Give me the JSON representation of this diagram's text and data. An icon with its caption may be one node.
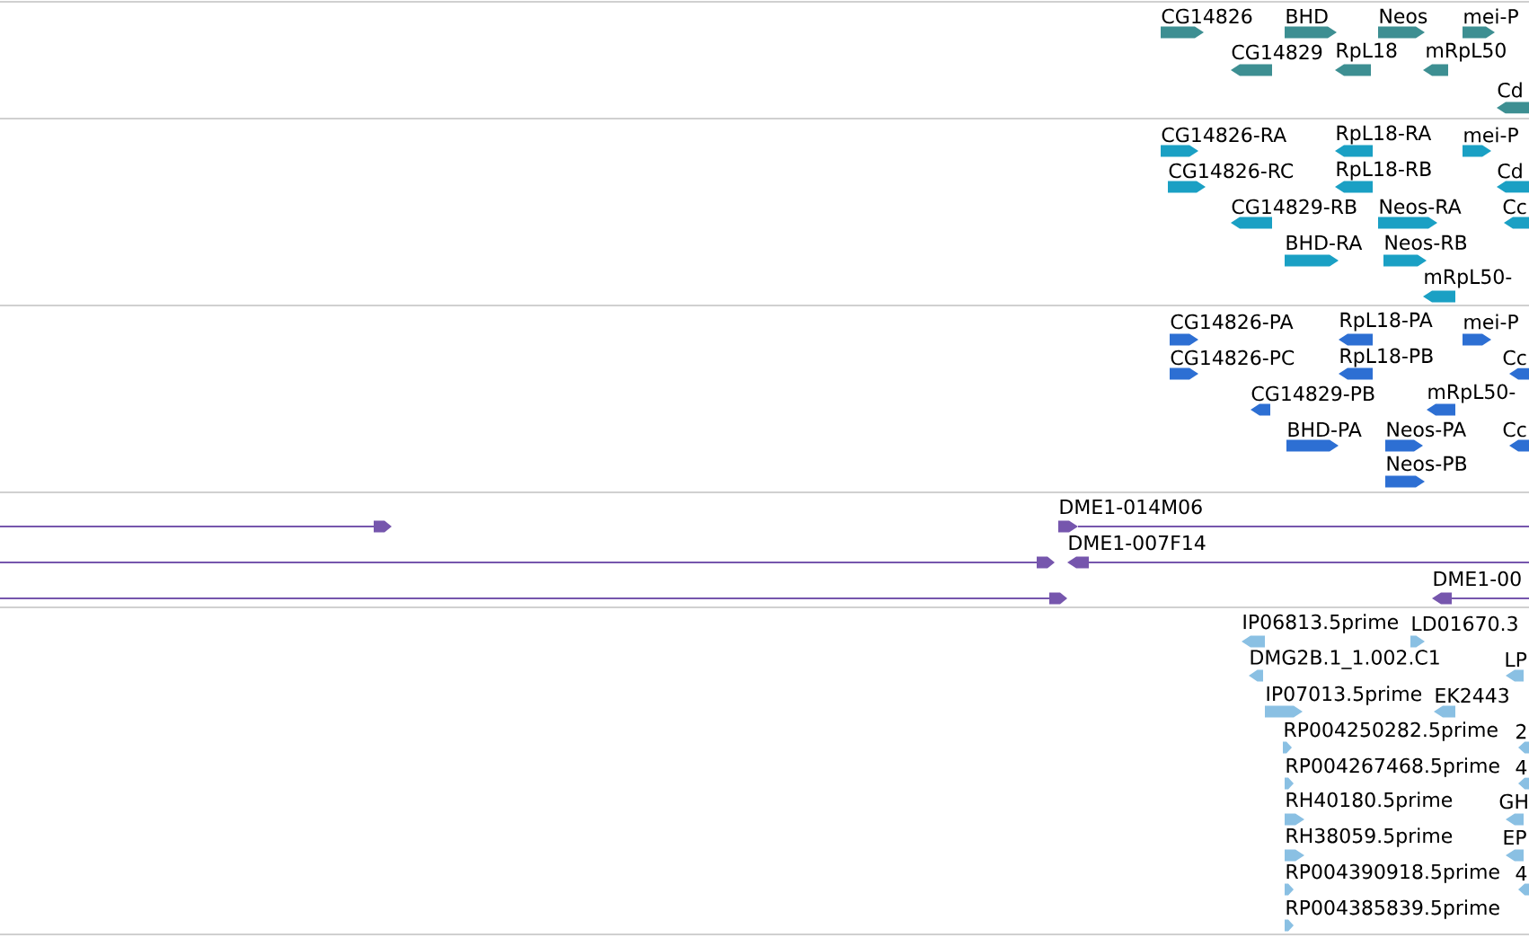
{
  "diagram": {
    "labels": [
      "CG14826",
      "BHD",
      "Neos",
      "mei-P",
      "CG14829",
      "RpL18",
      "mRpL50",
      "Cd",
      "CG14826-RA",
      "RpL18-RA",
      "mei-P",
      "CG14826-RC",
      "RpL18-RB",
      "Cd",
      "CG14829-RB",
      "Neos-RA",
      "Cc",
      "BHD-RA",
      "Neos-RB",
      "mRpL50-",
      "CG14826-PA",
      "RpL18-PA",
      "mei-P",
      "CG14826-PC",
      "RpL18-PB",
      "Cc",
      "CG14829-PB",
      "mRpL50-",
      "BHD-PA",
      "Neos-PA",
      "Cc",
      "Neos-PB",
      "DME1-014M06",
      "DME1-007F14",
      "DME1-00",
      "IP06813.5prime",
      "LD01670.3",
      "DMG2B.1_1.002.C1",
      "LP",
      "IP07013.5prime",
      "EK2443",
      "RP004250282.5prime",
      "2",
      "RP004267468.5prime",
      "4",
      "RH40180.5prime",
      "GH",
      "RH38059.5prime",
      "EP",
      "RP004390918.5prime",
      "4",
      "RP004385839.5prime"
    ]
  }
}
